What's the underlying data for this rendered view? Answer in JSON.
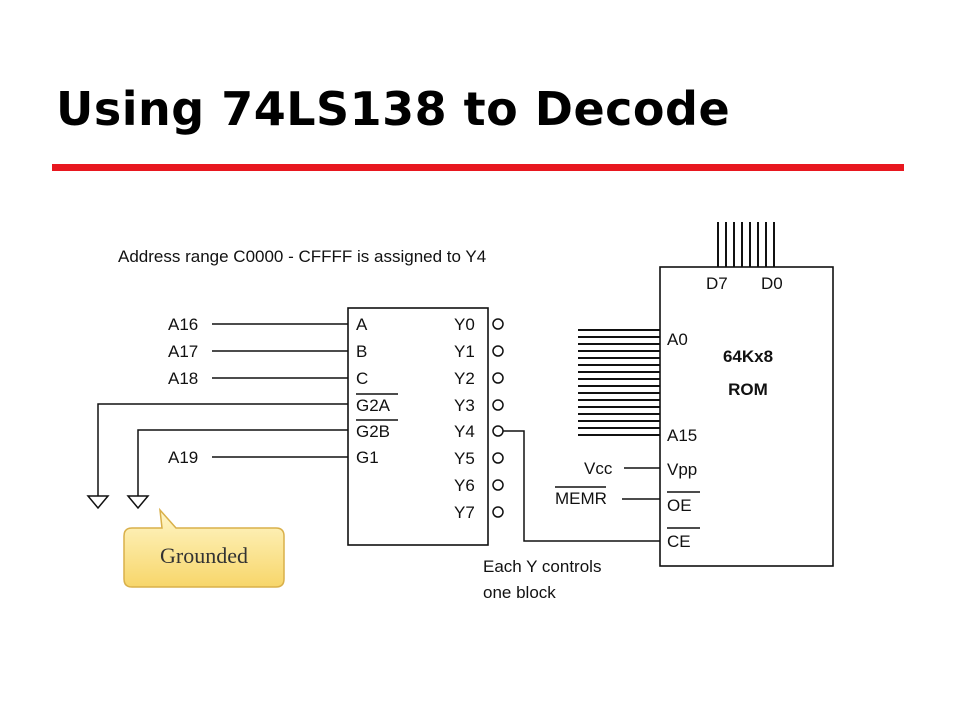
{
  "slide": {
    "title": "Using 74LS138 to Decode"
  },
  "diagram": {
    "caption": "Address range C0000 - CFFFF is assigned to Y4",
    "decoder": {
      "input_signals": [
        "A16",
        "A17",
        "A18",
        "A19"
      ],
      "input_pins": [
        "A",
        "B",
        "C",
        "G2A",
        "G2B",
        "G1"
      ],
      "outputs": [
        "Y0",
        "Y1",
        "Y2",
        "Y3",
        "Y4",
        "Y5",
        "Y6",
        "Y7"
      ]
    },
    "rom": {
      "name": "64Kx8",
      "type": "ROM",
      "data_msb": "D7",
      "data_lsb": "D0",
      "addr_first": "A0",
      "addr_last": "A15",
      "pins": [
        "Vpp",
        "OE",
        "CE"
      ]
    },
    "signals": {
      "vcc": "Vcc",
      "memr": "MEMR"
    },
    "note_line1": "Each Y controls",
    "note_line2": "one block",
    "callout": "Grounded"
  }
}
